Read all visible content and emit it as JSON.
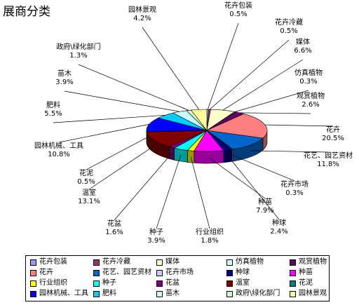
{
  "chart_data": {
    "type": "pie",
    "title": "展商分类",
    "legend_position": "bottom",
    "slices": [
      {
        "name": "花卉包装",
        "value": 0.5,
        "label": "0.5%",
        "color": "#9999ff"
      },
      {
        "name": "花卉冷藏",
        "value": 0.5,
        "label": "0.5%",
        "color": "#993366"
      },
      {
        "name": "媒体",
        "value": 6.6,
        "label": "6.6%",
        "color": "#ffffcc"
      },
      {
        "name": "仿真植物",
        "value": 0.3,
        "label": "0.3%",
        "color": "#ccffff"
      },
      {
        "name": "观赏植物",
        "value": 2.6,
        "label": "2.6%",
        "color": "#660066"
      },
      {
        "name": "花卉",
        "value": 20.5,
        "label": "20.5%",
        "color": "#ff8080"
      },
      {
        "name": "花艺、园艺资材",
        "value": 11.8,
        "label": "11.8%",
        "color": "#0066cc"
      },
      {
        "name": "花卉市场",
        "value": 0.3,
        "label": "0.3%",
        "color": "#ccccff"
      },
      {
        "name": "种球",
        "value": 2.4,
        "label": "2.4%",
        "color": "#000080"
      },
      {
        "name": "种苗",
        "value": 7.9,
        "label": "7.9%",
        "color": "#ff00ff"
      },
      {
        "name": "行业组织",
        "value": 1.8,
        "label": "1.8%",
        "color": "#ffff00"
      },
      {
        "name": "种子",
        "value": 3.9,
        "label": "3.9%",
        "color": "#00ffff"
      },
      {
        "name": "花盆",
        "value": 1.6,
        "label": "1.6%",
        "color": "#800080"
      },
      {
        "name": "温室",
        "value": 13.1,
        "label": "13.1%",
        "color": "#800000"
      },
      {
        "name": "花泥",
        "value": 0.5,
        "label": "0.5%",
        "color": "#008080"
      },
      {
        "name": "园林机械、工具",
        "value": 10.8,
        "label": "10.8%",
        "color": "#0000ff"
      },
      {
        "name": "肥料",
        "value": 5.5,
        "label": "5.5%",
        "color": "#00ccff"
      },
      {
        "name": "苗木",
        "value": 3.9,
        "label": "3.9%",
        "color": "#ccffff"
      },
      {
        "name": "政府\\绿化部门",
        "value": 1.3,
        "label": "1.3%",
        "color": "#ccffcc"
      },
      {
        "name": "园林景观",
        "value": 4.2,
        "label": "4.2%",
        "color": "#ffff99"
      }
    ]
  }
}
